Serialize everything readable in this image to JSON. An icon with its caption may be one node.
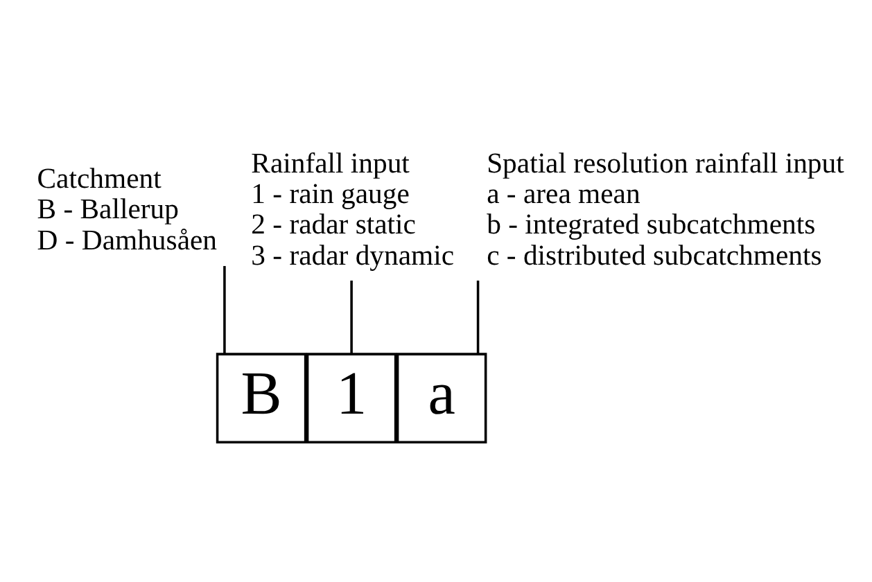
{
  "diagram": {
    "nodes": [
      {
        "text": [
          "Catchment",
          "B - Ballerup",
          "D - Damhusåen"
        ]
      },
      {
        "text": [
          "Rainfall input",
          "1 - rain gauge",
          "2 - radar static",
          "3 - radar dynamic"
        ]
      },
      {
        "text": [
          "B"
        ]
      },
      {
        "text": [
          "1"
        ]
      },
      {
        "text": [
          "a"
        ]
      },
      {
        "text": [
          "Spatial resolution rainfall input",
          "a - area mean",
          "b - integrated subcatchments",
          "c - distributed subcatchments"
        ]
      }
    ],
    "edges": [
      {
        "from": 0,
        "to": 2,
        "arrow": "none"
      },
      {
        "from": 1,
        "to": 3,
        "arrow": "none"
      },
      {
        "from": 5,
        "to": 4,
        "arrow": "none"
      }
    ]
  }
}
